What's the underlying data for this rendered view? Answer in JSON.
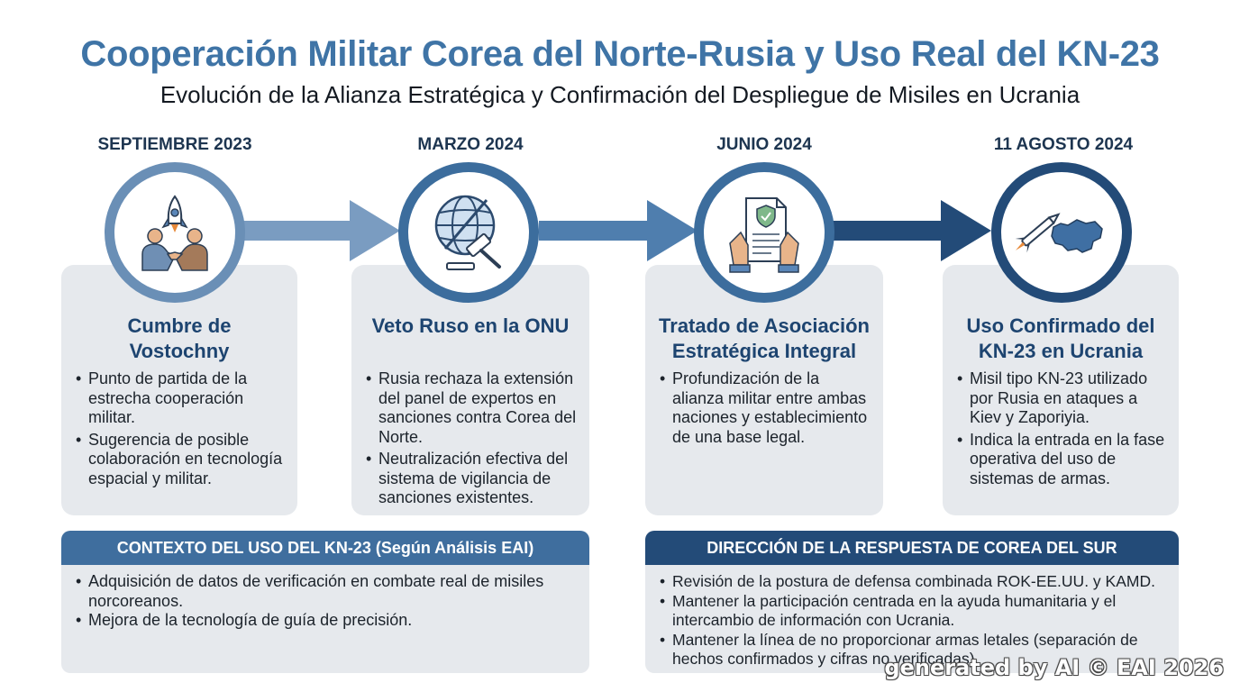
{
  "title": "Cooperación Militar Corea del Norte-Rusia y Uso Real del KN-23",
  "subtitle": "Evolución de la Alianza Estratégica y Confirmación del Despliegue de Misiles en Ucrania",
  "colors": {
    "title": "#3f74a6",
    "arrow_light": "#7a9cc1",
    "arrow_mid": "#4f7eae",
    "arrow_dark": "#234b78",
    "context_header_left": "#3f6e9e",
    "context_header_right": "#234b78"
  },
  "timeline": [
    {
      "date": "SEPTIEMBRE 2023",
      "icon": "rocket-handshake-icon",
      "title": "Cumbre de Vostochny",
      "bullets": [
        "Punto de partida de la estrecha cooperación militar.",
        "Sugerencia de posible colaboración en tecnología espacial y militar."
      ]
    },
    {
      "date": "MARZO 2024",
      "icon": "globe-gavel-icon",
      "title": "Veto Ruso en la ONU",
      "bullets": [
        "Rusia rechaza la extensión del panel de expertos en sanciones contra Corea del Norte.",
        "Neutralización efectiva del sistema de vigilancia de sanciones existentes."
      ]
    },
    {
      "date": "JUNIO 2024",
      "icon": "treaty-document-icon",
      "title": "Tratado de Asociación Estratégica Integral",
      "bullets": [
        "Profundización de la alianza militar entre ambas naciones y establecimiento de una base legal."
      ]
    },
    {
      "date": "11 AGOSTO 2024",
      "icon": "missile-ukraine-map-icon",
      "title": "Uso Confirmado del KN-23 en Ucrania",
      "bullets": [
        "Misil tipo KN-23 utilizado por Rusia en ataques a Kiev y Zaporiyia.",
        "Indica la entrada en la fase operativa del uso de sistemas de armas."
      ]
    }
  ],
  "context": {
    "title": "CONTEXTO DEL USO DEL KN-23 (Según Análisis EAI)",
    "bullets": [
      "Adquisición de datos de verificación en combate real de misiles norcoreanos.",
      "Mejora de la tecnología de guía de precisión."
    ]
  },
  "response": {
    "title": "DIRECCIÓN DE LA RESPUESTA DE COREA DEL SUR",
    "bullets": [
      "Revisión de la postura de defensa combinada ROK-EE.UU. y KAMD.",
      "Mantener la participación centrada en la ayuda humanitaria y el intercambio de información con Ucrania.",
      "Mantener la línea de no proporcionar armas letales (separación de hechos confirmados y cifras no verificadas)."
    ]
  },
  "watermark": "generated by AI © EAI 2026"
}
